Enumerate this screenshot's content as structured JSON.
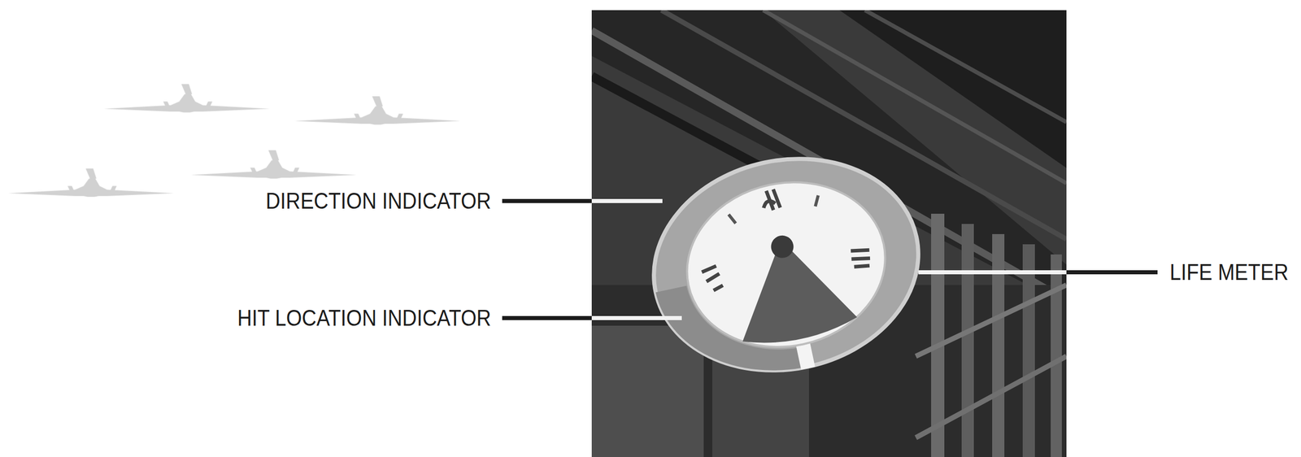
{
  "diagram": {
    "labels": [
      "DIRECTION INDICATOR",
      "HIT LOCATION INDICATOR",
      "LIFE METER"
    ]
  }
}
